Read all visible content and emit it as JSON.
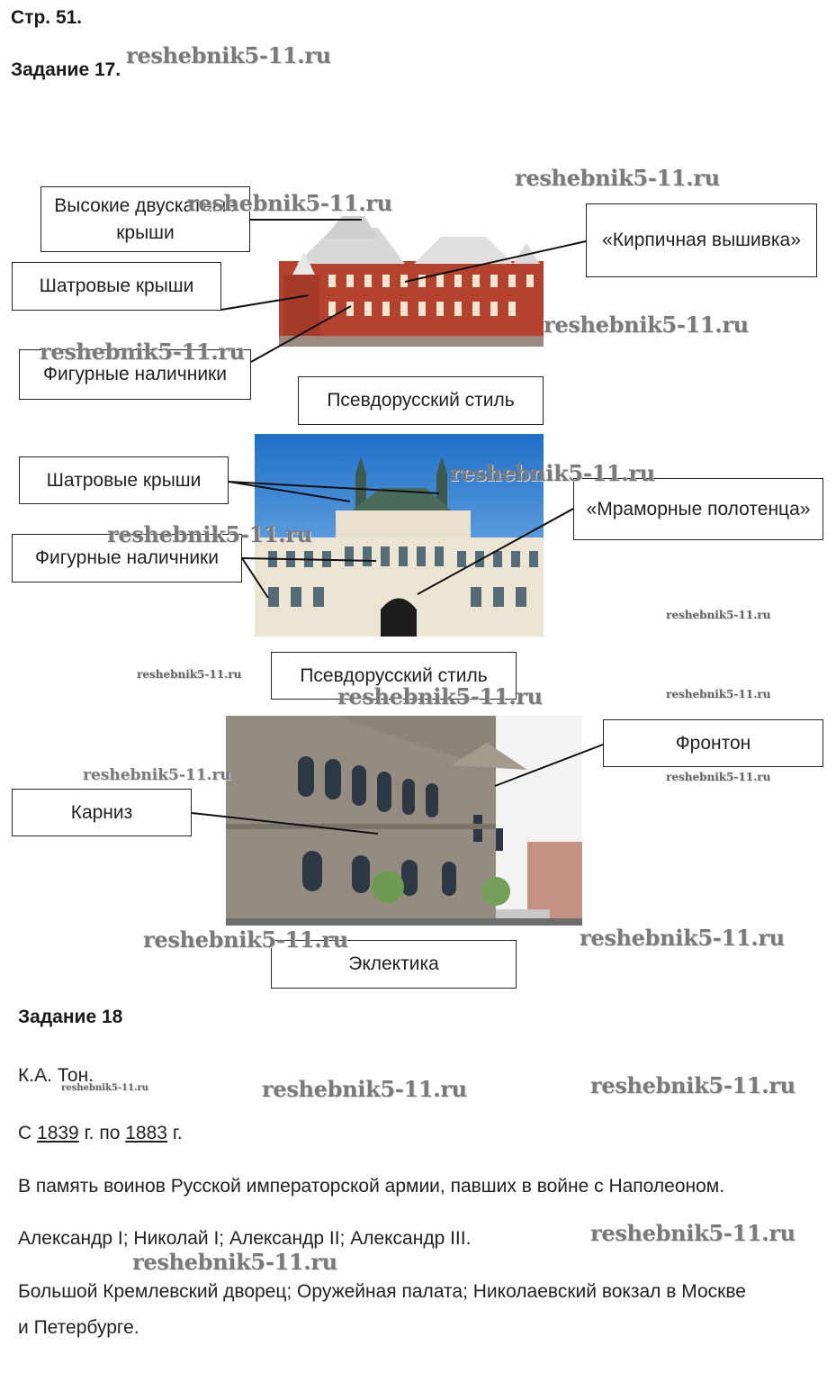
{
  "page": {
    "page_ref": "Стр. 51.",
    "task17_title": "Задание 17.",
    "task18_title": "Задание 18"
  },
  "task17": {
    "building1": {
      "labels": {
        "high_roofs": "Высокие двускатные крыши",
        "brick_embroidery": "«Кирпичная вышивка»",
        "tent_roofs": "Шатровые крыши",
        "figured_frames": "Фигурные наличники"
      },
      "style": "Псевдорусский стиль"
    },
    "building2": {
      "labels": {
        "tent_roofs": "Шатровые крыши",
        "marble_towels": "«Мраморные полотенца»",
        "figured_frames": "Фигурные наличники"
      },
      "style": "Псевдорусский стиль"
    },
    "building3": {
      "labels": {
        "pediment": "Фронтон",
        "cornice": "Карниз"
      },
      "style": "Эклектика"
    }
  },
  "task18": {
    "author": "К.А. Тон.",
    "years_prefix": "С",
    "year_start": "1839",
    "years_mid": "г. по",
    "year_end": "1883",
    "years_suffix": "г.",
    "memory": "В память воинов Русской императорской армии, павших в войне с Наполеоном.",
    "emperors": "Александр I; Николай I; Александр II; Александр III.",
    "works_line1": "Большой Кремлевский дворец; Оружейная палата; Николаевский вокзал в Москве",
    "works_line2": "и Петербурге."
  },
  "watermark": "reshebnik5-11.ru",
  "colors": {
    "brick": "#b5422e",
    "sky": "#2f86d6",
    "stone": "#8b8478"
  }
}
